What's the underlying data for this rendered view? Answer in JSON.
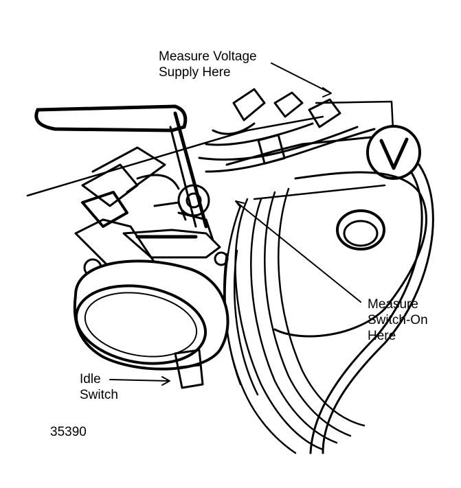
{
  "labels": {
    "voltage_supply_line1": "Measure Voltage",
    "voltage_supply_line2": "Supply Here",
    "switch_on_line1": "Measure",
    "switch_on_line2": "Switch-On",
    "switch_on_line3": "Here",
    "idle_switch_line1": "Idle",
    "idle_switch_line2": "Switch"
  },
  "figure_number": "35390",
  "colors": {
    "ink": "#000000",
    "paper": "#ffffff"
  }
}
